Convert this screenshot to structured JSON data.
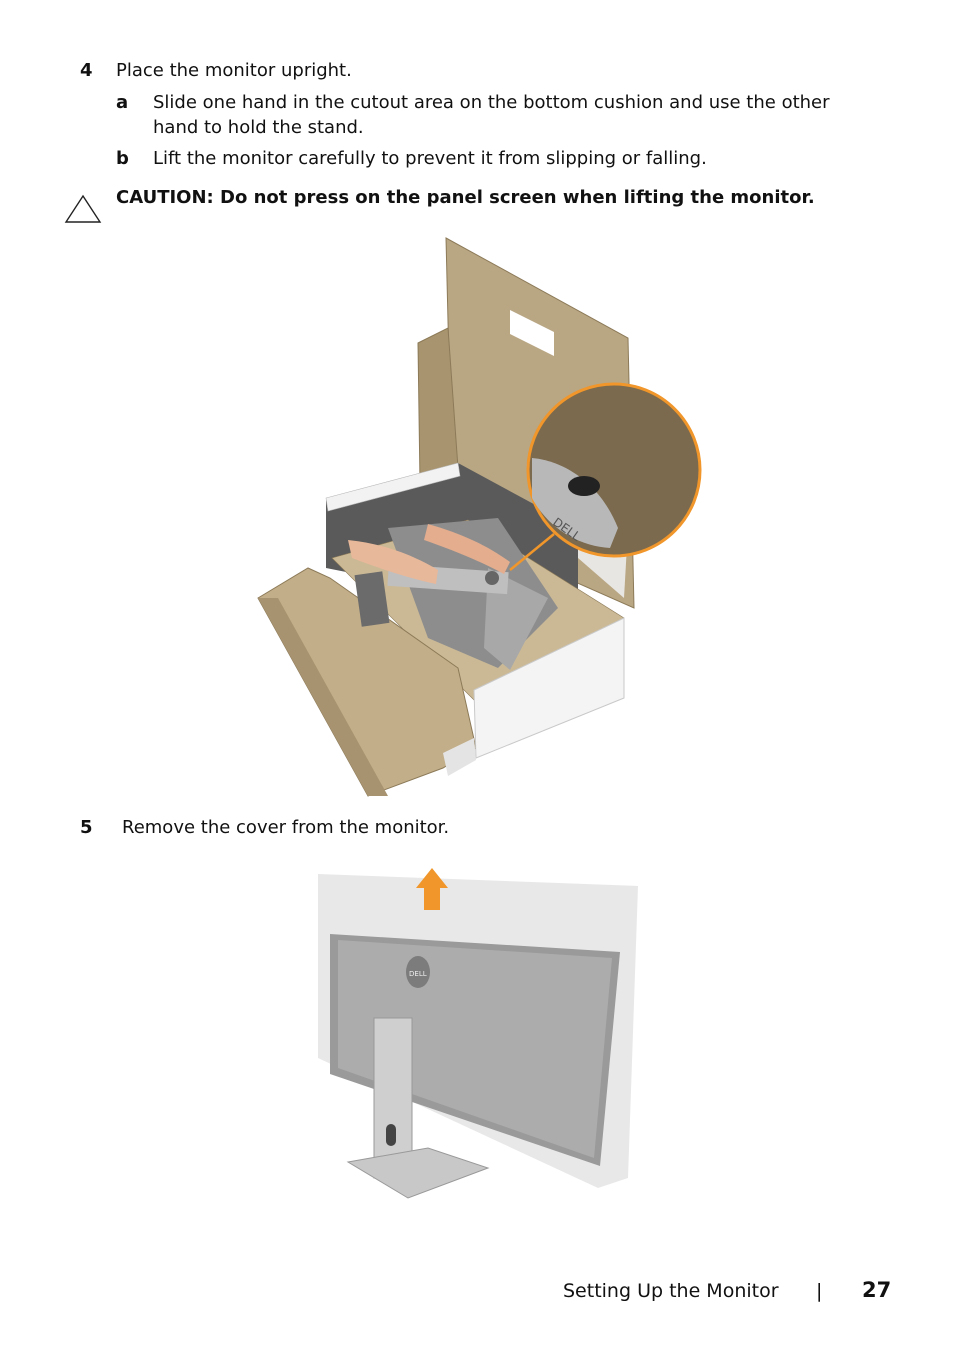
{
  "steps": {
    "step4": {
      "number": "4",
      "text": "Place the monitor upright.",
      "substeps": [
        {
          "letter": "a",
          "line1": "Slide one hand in the cutout area on the bottom cushion and use the other",
          "line2": "hand to hold the stand."
        },
        {
          "letter": "b",
          "line1": "Lift the monitor carefully to prevent it from slipping or falling."
        }
      ]
    },
    "caution": "CAUTION: Do not press on the panel screen when lifting the monitor.",
    "step5": {
      "number": "5",
      "text": "Remove the cover from the monitor."
    }
  },
  "illustrations": {
    "box_logo": "DELL",
    "monitor_logo": "DELL"
  },
  "colors": {
    "accent_orange": "#f0962a",
    "cardboard": "#b9a683",
    "cardboard_dark": "#7b6a4d"
  },
  "footer": {
    "section": "Setting Up the Monitor",
    "separator": "|",
    "page": "27"
  }
}
